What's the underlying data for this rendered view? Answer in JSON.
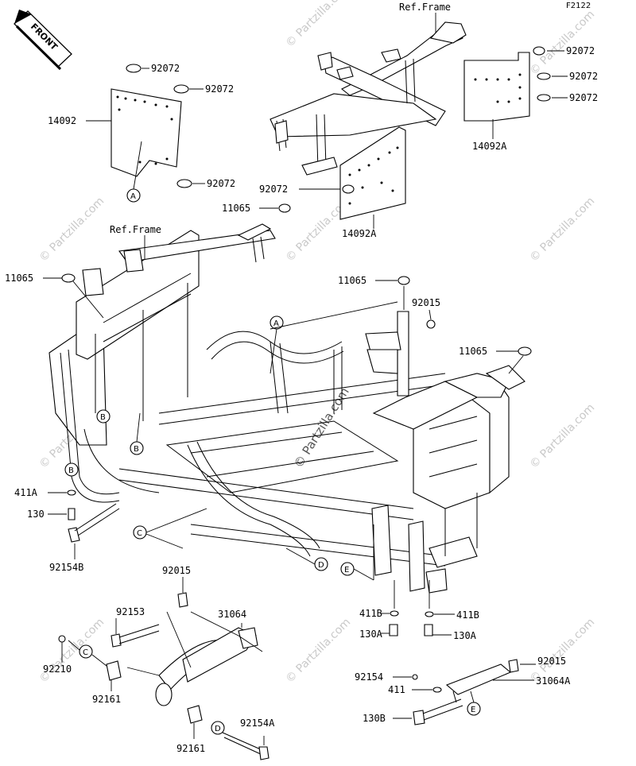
{
  "figure_code": "F2122",
  "front_label": "FRONT",
  "watermark": "© Partzilla.com",
  "ref_frame_top": "Ref.Frame",
  "ref_frame_mid": "Ref.Frame",
  "callouts": {
    "A": "A",
    "B": "B",
    "C": "C",
    "D": "D",
    "E": "E"
  },
  "parts": {
    "p92072_a": "92072",
    "p92072_b": "92072",
    "p92072_c": "92072",
    "p92072_d": "92072",
    "p92072_e": "92072",
    "p92072_f": "92072",
    "p92072_g": "92072",
    "p14092": "14092",
    "p14092A_a": "14092A",
    "p14092A_b": "14092A",
    "p11065_a": "11065",
    "p11065_b": "11065",
    "p11065_c": "11065",
    "p11065_d": "11065",
    "p92015_a": "92015",
    "p92015_b": "92015",
    "p92015_c": "92015",
    "p411A": "411A",
    "p130": "130",
    "p92154B": "92154B",
    "p92153": "92153",
    "p31064": "31064",
    "p92210": "92210",
    "p92161_a": "92161",
    "p92161_b": "92161",
    "p92154A": "92154A",
    "p411B_a": "411B",
    "p411B_b": "411B",
    "p130A_a": "130A",
    "p130A_b": "130A",
    "p92154": "92154",
    "p411": "411",
    "p31064A": "31064A",
    "p130B": "130B"
  }
}
